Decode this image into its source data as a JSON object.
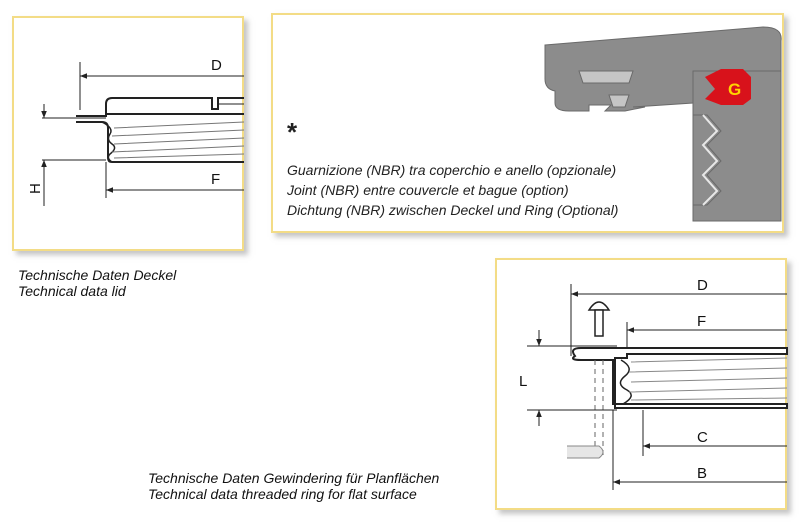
{
  "lid_panel": {
    "dim_D": "D",
    "dim_F": "F",
    "dim_H": "H"
  },
  "lid_caption": {
    "line1": "Technische Daten Deckel",
    "line2": "Technical data lid"
  },
  "seal_panel": {
    "asterisk": "*",
    "line_it": "Guarnizione (NBR) tra coperchio e anello (opzionale)",
    "line_fr": "Joint (NBR) entre couvercle et bague (option)",
    "line_de": "Dichtung (NBR) zwischen Deckel und Ring (Optional)",
    "gasket_label": "G",
    "gasket_color": "#d8121b",
    "gasket_text_color": "#ffd400",
    "body_color": "#8a8a8a"
  },
  "ring_panel": {
    "dim_D": "D",
    "dim_F": "F",
    "dim_L": "L",
    "dim_C": "C",
    "dim_B": "B"
  },
  "ring_caption": {
    "line1": "Technische Daten Gewindering für Planflächen",
    "line2": "Technical data threaded ring for flat surface"
  },
  "colors": {
    "panel_border": "#f3dc86",
    "line": "#222222"
  }
}
